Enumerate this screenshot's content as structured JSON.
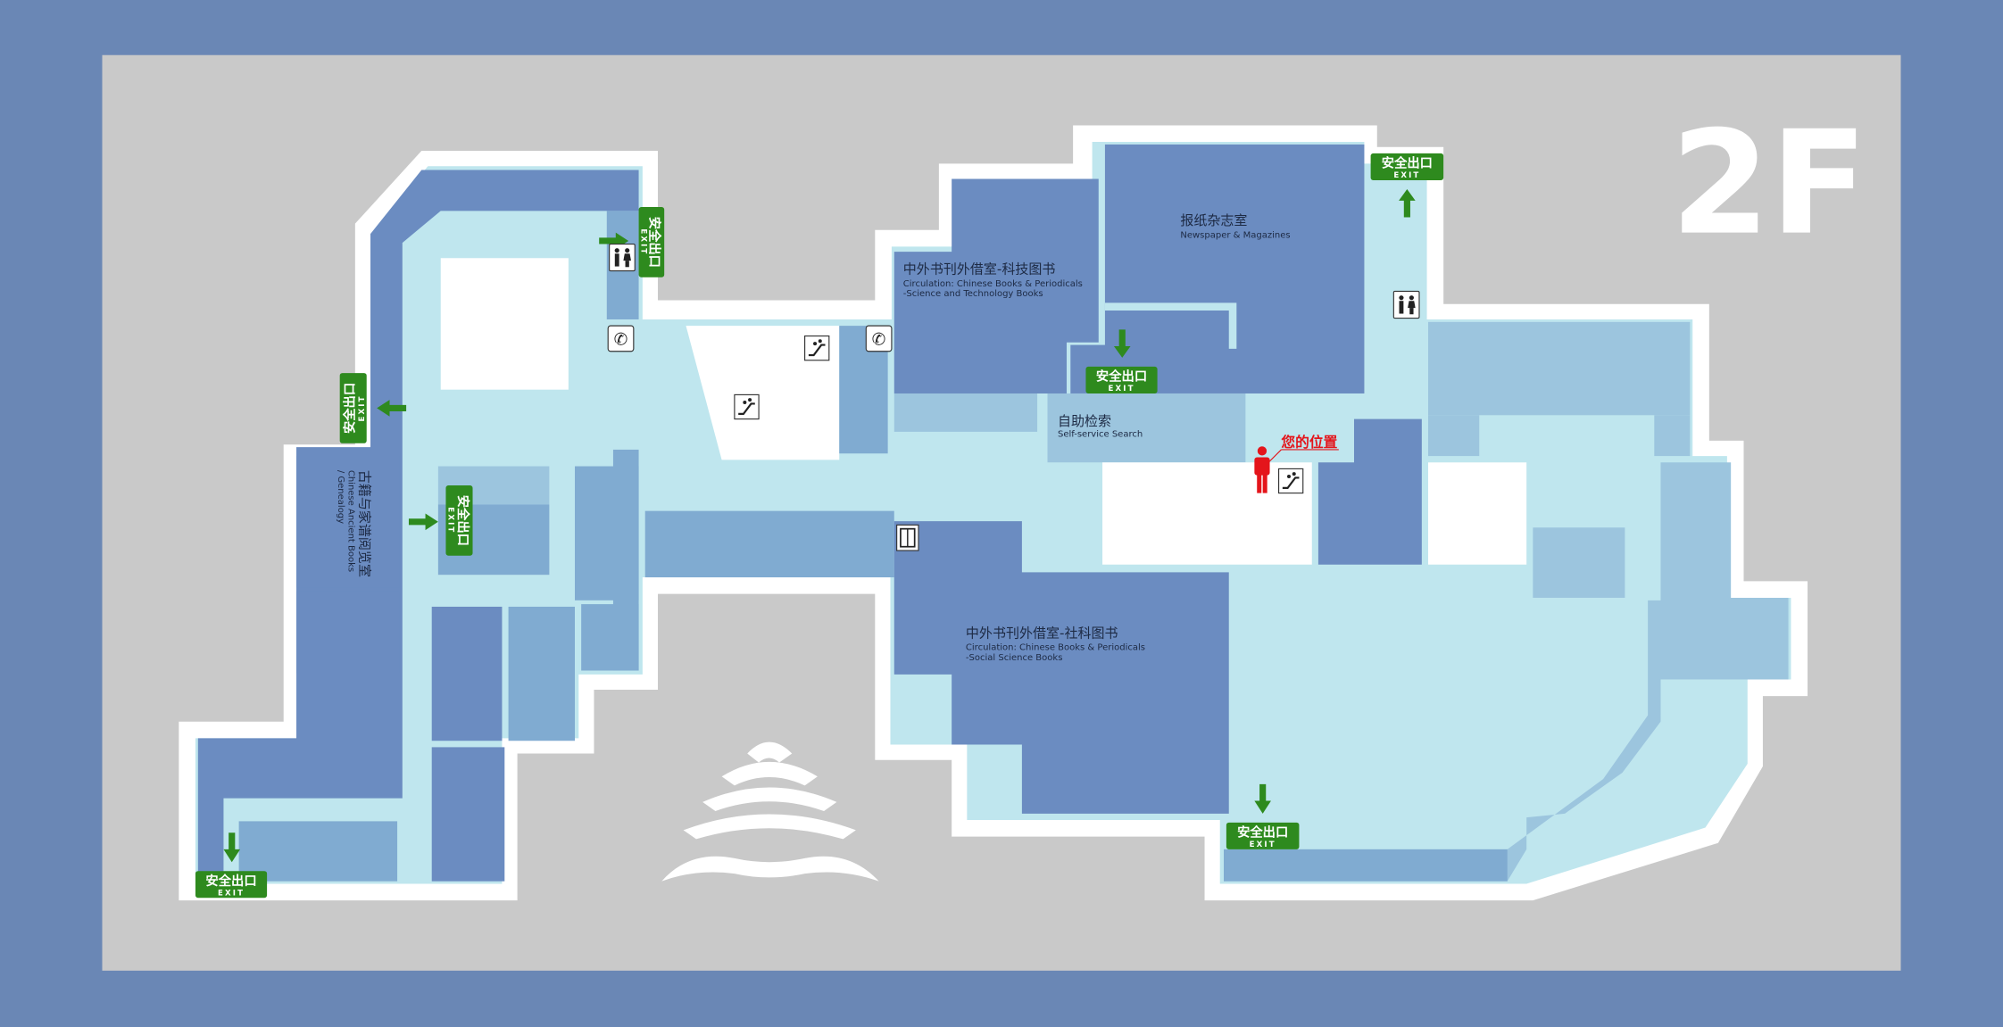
{
  "floor": "2F",
  "colors": {
    "frame": "#6a87b5",
    "background": "#c9c9c9",
    "floor": "#bfe6ee",
    "room_dark": "#6b8cc1",
    "room_mid": "#80abd1",
    "exit_green": "#2e8a1e",
    "you_are_here": "#e4151b"
  },
  "rooms": {
    "newspaper": {
      "zh": "报纸杂志室",
      "en": "Newspaper & Magazines"
    },
    "sci_tech": {
      "zh": "中外书刊外借室-科技图书",
      "en1": "Circulation: Chinese Books & Periodicals",
      "en2": "-Science and Technology Books"
    },
    "social_science": {
      "zh": "中外书刊外借室-社科图书",
      "en1": "Circulation: Chinese Books & Periodicals",
      "en2": "-Social Science Books"
    },
    "self_service": {
      "zh": "自助检索",
      "en": "Self-service Search"
    },
    "ancient_books": {
      "zh": "古籍与家谱阅览室",
      "en1": "Chinese Ancient Books",
      "en2": "/ Genealogy"
    }
  },
  "exit": {
    "zh": "安全出口",
    "en": "EXIT"
  },
  "you_are_here": "您的位置",
  "icons": [
    "restroom-icon",
    "phone-icon",
    "escalator-icon",
    "elevator-icon",
    "person-icon",
    "library-logo"
  ]
}
